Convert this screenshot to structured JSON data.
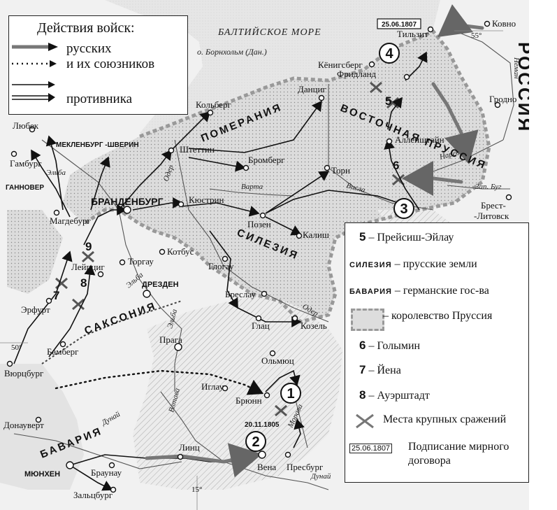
{
  "legend_top": {
    "title": "Действия войск:",
    "russian": "русских",
    "allies": "и их союзников",
    "enemy": "противника"
  },
  "legend_right": [
    {
      "key": "5",
      "sep": " – ",
      "text": "Прейсиш-Эйлау"
    },
    {
      "key": "СИЛЕЗИЯ",
      "sep": " – ",
      "text": "прусские земли"
    },
    {
      "key": "БАВАРИЯ",
      "sep": " – ",
      "text": "германские гос-ва"
    },
    {
      "key": "",
      "sep": " – ",
      "text": "королевство Пруссия"
    },
    {
      "key": "6",
      "sep": " – ",
      "text": "Голымин"
    },
    {
      "key": "7",
      "sep": " – ",
      "text": "Йена"
    },
    {
      "key": "8",
      "sep": " – ",
      "text": "Ауэрштадт"
    },
    {
      "key": "",
      "sep": "",
      "text": "Места крупных сражений"
    },
    {
      "key": "25.06.1807",
      "sep": "",
      "text": "Подписание мирного договора"
    }
  ],
  "seas": {
    "baltic": "БАЛТИЙСКОЕ МОРЕ",
    "bornholm": "о. Борнхольм (Дан.)"
  },
  "regions": {
    "pomerania": "ПОМЕРАНИЯ",
    "east_prussia": "ВОСТОЧНАЯ ПРУССИЯ",
    "silesia": "СИЛЕЗИЯ",
    "saxony": "САКСОНИЯ",
    "bavaria": "БАВАРИЯ",
    "brandenburg": "БРАНДЕНБУРГ",
    "mecklenburg": "МЕКЛЕНБУРГ -ШВЕРИН",
    "hannover": "ГАННОВЕР",
    "dresden": "ДРЕЗДЕН",
    "munich": "МЮНХЕН",
    "russia": "РОССИЯ"
  },
  "cities": {
    "kovno": "Ковно",
    "tilsit": "Тильзит",
    "konigsberg": "Кёнигсберг",
    "friedland": "Фридланд",
    "grodno": "Гродно",
    "allenstein": "Алленштайн",
    "danzig": "Данциг",
    "kolberg": "Кольберг",
    "stettin": "Штеттин",
    "bromberg": "Бромберг",
    "thorn": "Торн",
    "kustrin": "Кюстрин",
    "posen": "Позен",
    "brest": "Брест-",
    "litovsk": "-Литовск",
    "lubeck": "Любек",
    "hamburg": "Гамбург",
    "magdeburg": "Магдебург",
    "kalisch": "Калиш",
    "kotbus": "Котбус",
    "glogau": "Глогау",
    "torgau": "Торгау",
    "leipzig": "Лейпциг",
    "breslau": "Бреслау",
    "erfurt": "Эрфурт",
    "glatz": "Глац",
    "kosel": "Козель",
    "bamberg": "Бамберг",
    "praga": "Прага",
    "olmutz": "Ольмюц",
    "wurzburg": "Вюрцбург",
    "iglau": "Иглау",
    "brunn": "Брюнн",
    "donauwert": "Донауверт",
    "linz": "Линц",
    "braunau": "Браунау",
    "vienna": "Вена",
    "pressburg": "Пресбург",
    "salzburg": "Зальцбург"
  },
  "rivers": {
    "neman": "Неман",
    "narew": "Нарев",
    "western_bug": "Зап. Буг",
    "vistula": "Висла",
    "warta": "Варта",
    "oder": "Одер",
    "elbe": "Эльба",
    "elbe2": "Эльба",
    "elbe3": "Эльба",
    "oder2": "Одер",
    "vltava": "Влтава",
    "danube": "Дунай",
    "danube2": "Дунай",
    "morava": "Морава"
  },
  "dates": {
    "tilsit": "25.06.1807",
    "austerlitz": "20.11.1805"
  },
  "numbers": {
    "austerlitz": "1",
    "vienna": "2",
    "thorn": "3",
    "tilsit": "4",
    "eylau": "5",
    "golymin": "6",
    "jena": "7",
    "auerstedt": "8",
    "leipzig": "9"
  },
  "grid": {
    "lat55": "55°",
    "lat50": "50°",
    "lon15": "15°"
  },
  "colors": {
    "russian": "#777777",
    "enemy": "#111111",
    "prussia_fill": "#d8d8d8"
  }
}
